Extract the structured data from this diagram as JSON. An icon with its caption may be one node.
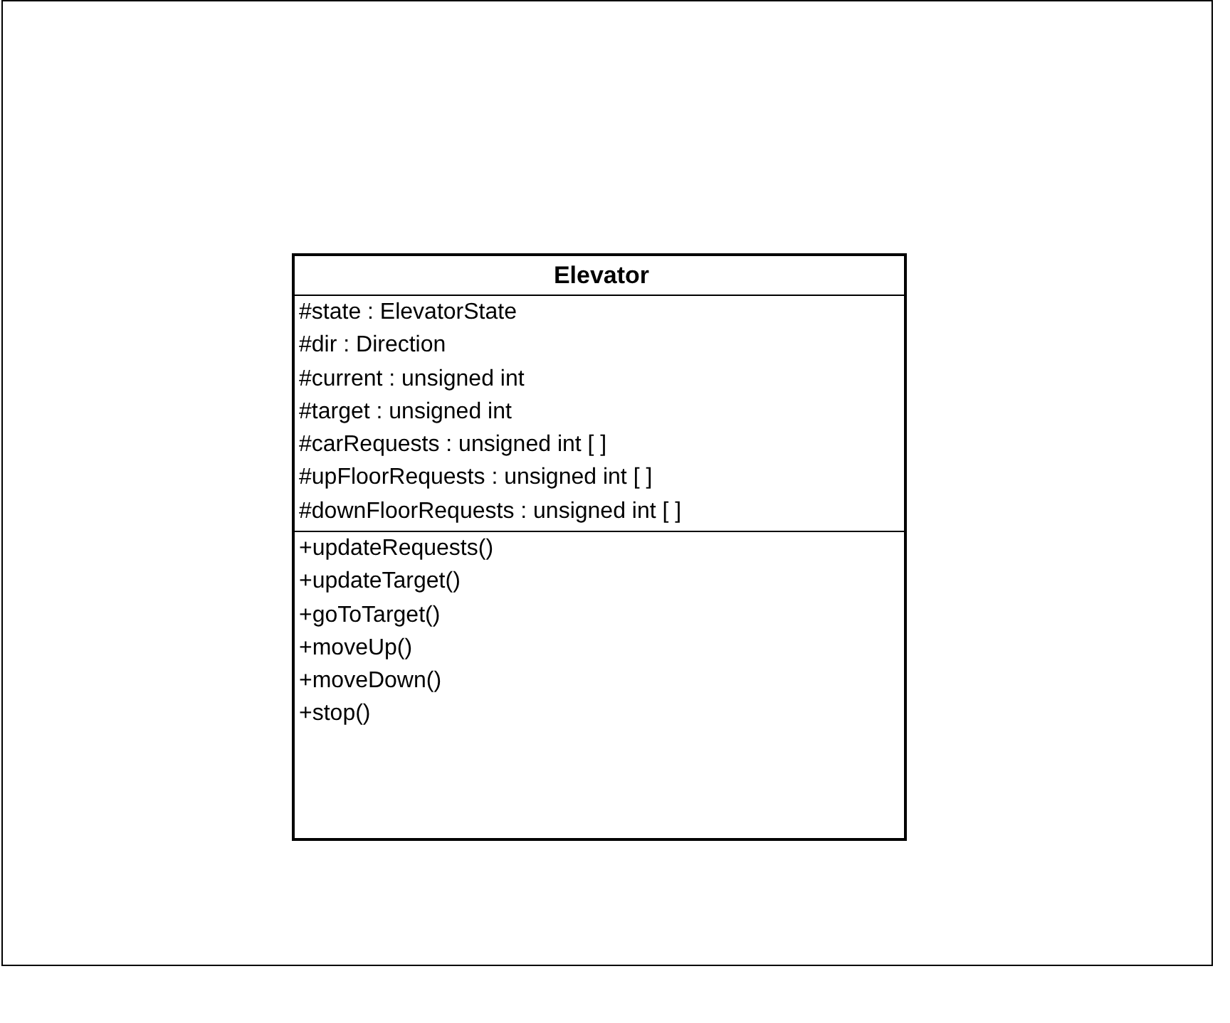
{
  "diagram": {
    "nodes": [
      {
        "text": [
          "Elevator"
        ]
      },
      {
        "text": [
          "#state : ElevatorState",
          "#dir : Direction",
          "#current : unsigned int",
          "#target : unsigned int",
          "#carRequests : unsigned int [ ]",
          "#upFloorRequests : unsigned int [ ]",
          "#downFloorRequests : unsigned int [ ]"
        ],
        "in": 0
      },
      {
        "text": [
          "+updateRequests()",
          "+updateTarget()",
          "+goToTarget()",
          "+moveUp()",
          "+moveDown()",
          "+stop()"
        ],
        "in": 0
      }
    ]
  }
}
